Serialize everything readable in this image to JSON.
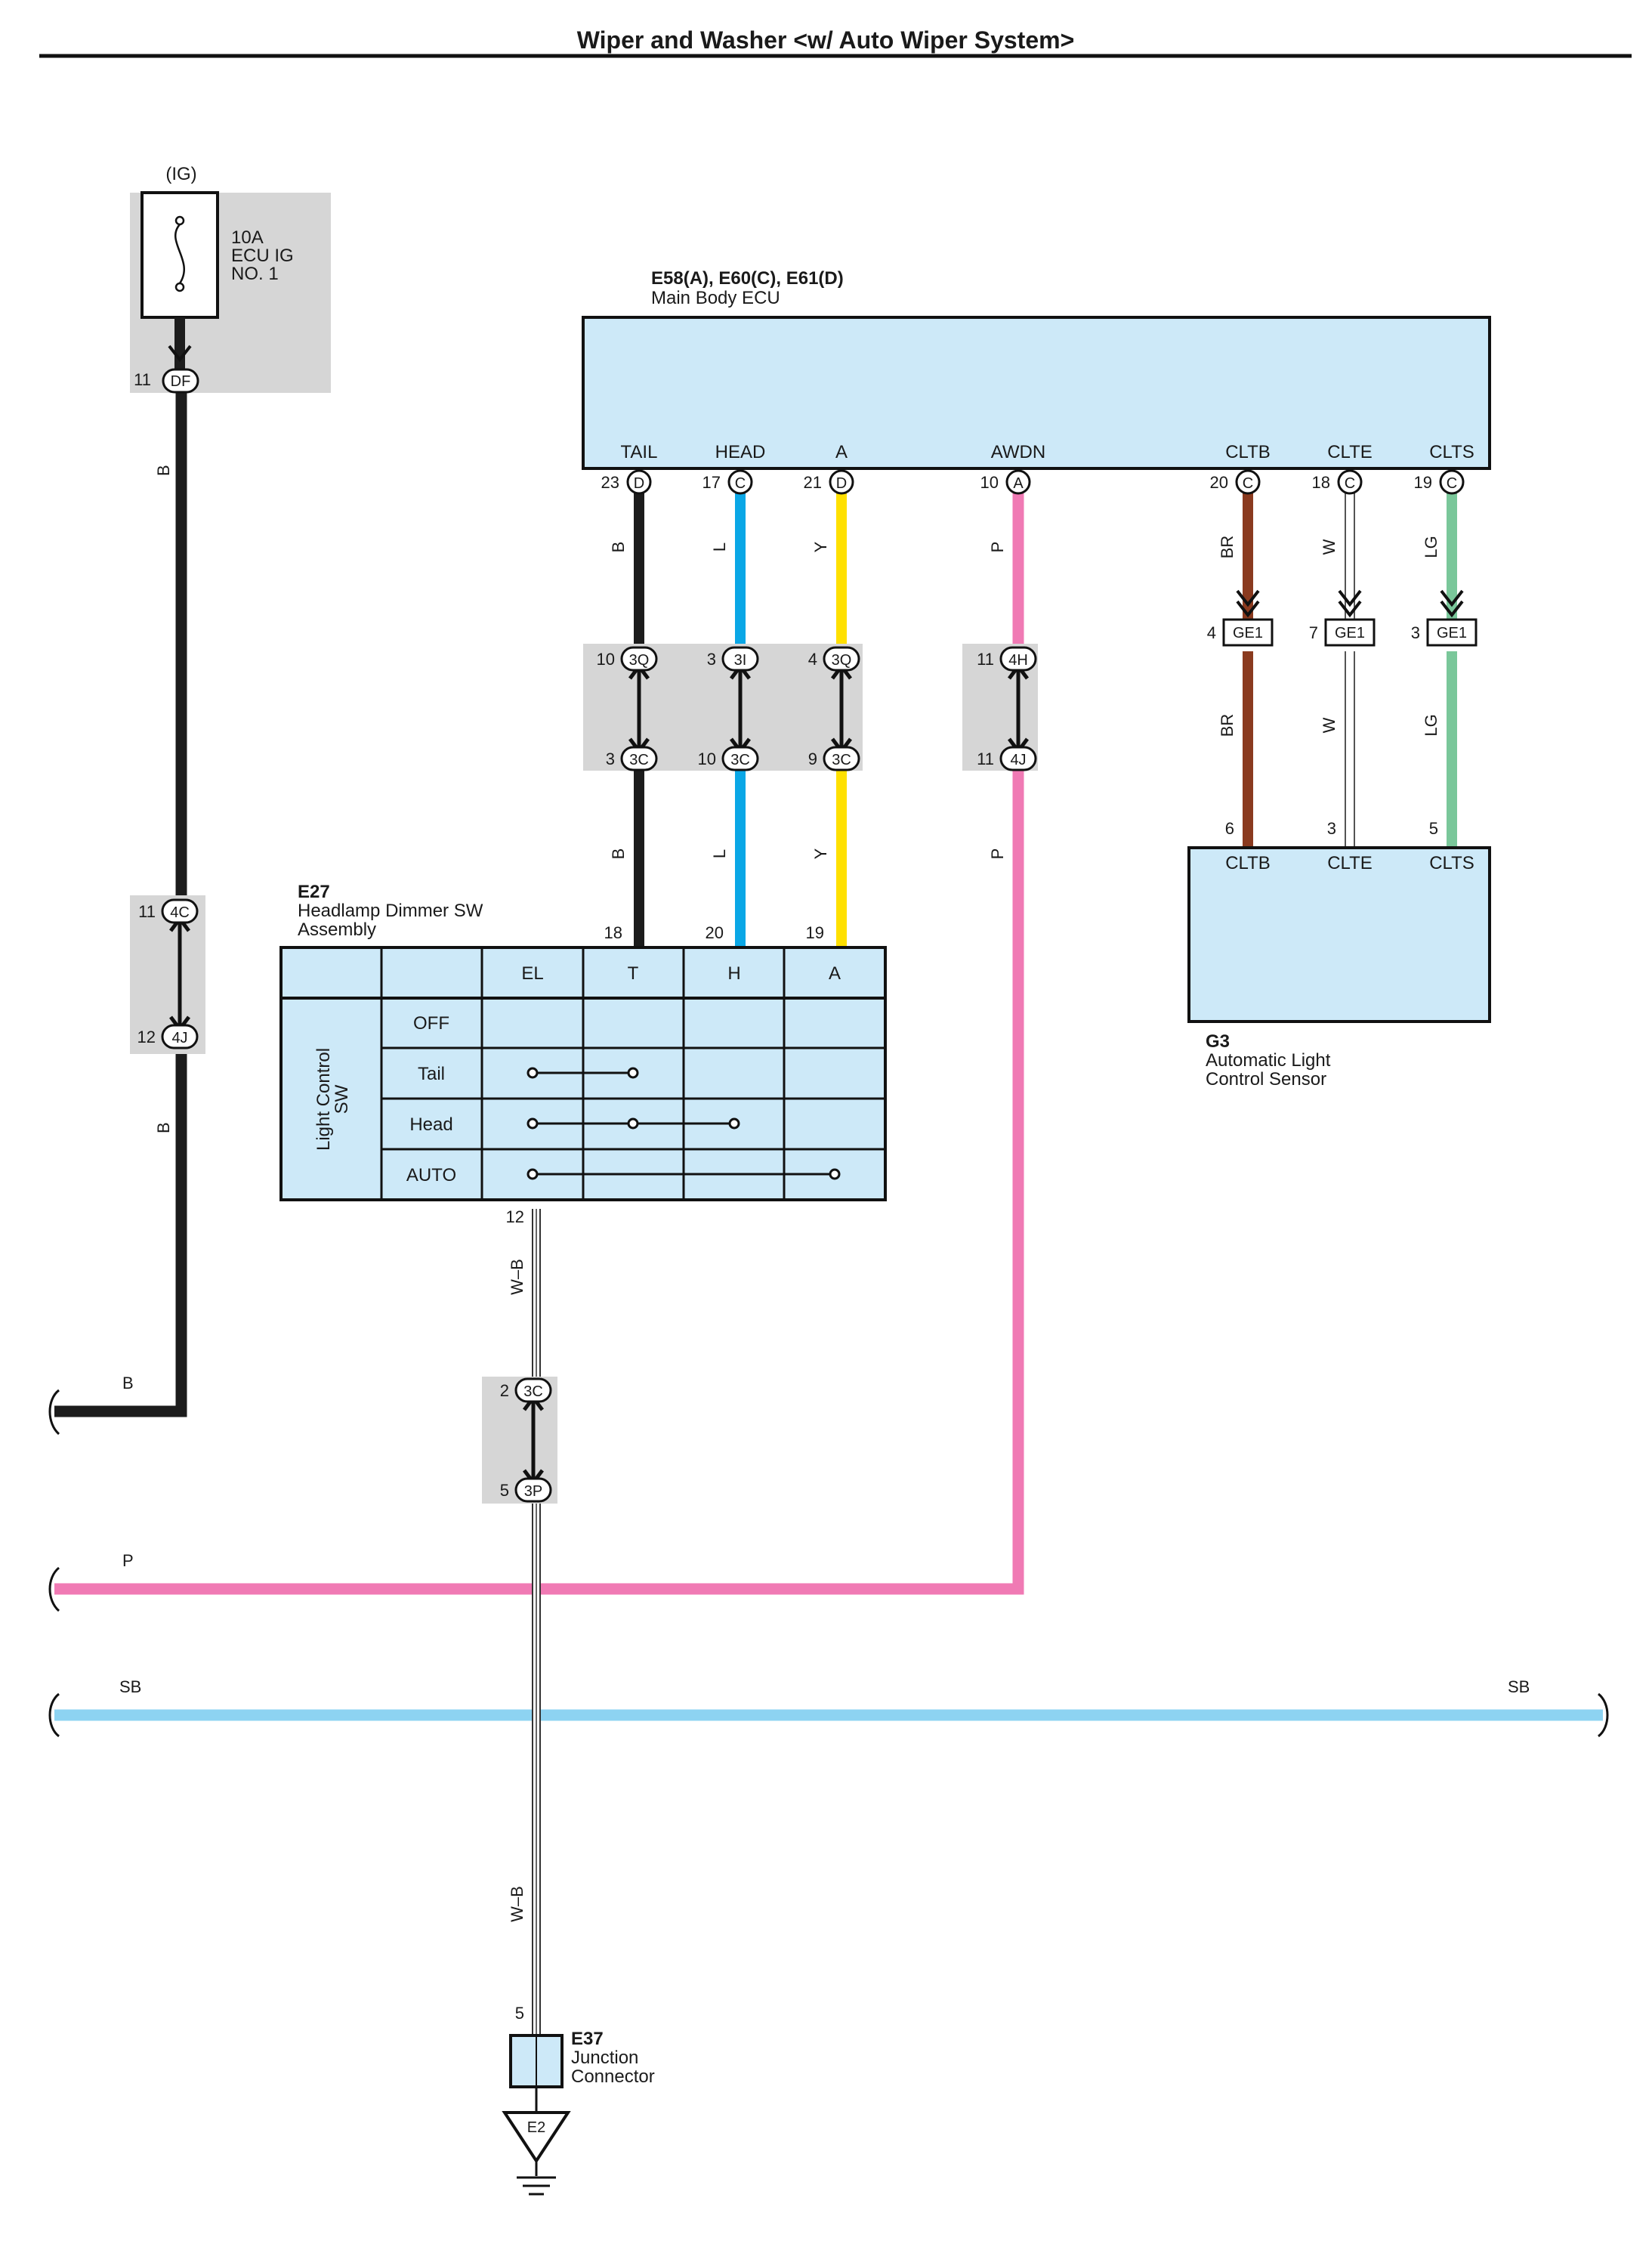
{
  "title": "Wiper and Washer <w/ Auto Wiper System>",
  "colors": {
    "B": "#1c1c1c",
    "L": "#0aa7e6",
    "Y": "#ffe000",
    "P": "#f07ab4",
    "BR": "#8a3a1f",
    "W": "#ffffff",
    "LG": "#7ac79a",
    "SB": "#8dd3f2",
    "W-B": "#ffffff",
    "box_fill": "#cde9f8",
    "connector_bg": "#d6d6d6"
  },
  "power": {
    "label": "(IG)",
    "fuse": [
      "10A",
      "ECU IG",
      "NO. 1"
    ],
    "pin": "11",
    "connector": "DF"
  },
  "main_body_ecu": {
    "id": "E58(A), E60(C), E61(D)",
    "name": "Main Body ECU",
    "terminals": [
      {
        "name": "TAIL",
        "pin": "23",
        "conn": "D",
        "wire": "B"
      },
      {
        "name": "HEAD",
        "pin": "17",
        "conn": "C",
        "wire": "L"
      },
      {
        "name": "A",
        "pin": "21",
        "conn": "D",
        "wire": "Y"
      },
      {
        "name": "AWDN",
        "pin": "10",
        "conn": "A",
        "wire": "P"
      },
      {
        "name": "CLTB",
        "pin": "20",
        "conn": "C",
        "wire": "BR"
      },
      {
        "name": "CLTE",
        "pin": "18",
        "conn": "C",
        "wire": "W"
      },
      {
        "name": "CLTS",
        "pin": "19",
        "conn": "C",
        "wire": "LG"
      }
    ]
  },
  "junctions": [
    {
      "top_pin": "10",
      "top": "3Q",
      "bottom_pin": "3",
      "bottom": "3C"
    },
    {
      "top_pin": "3",
      "top": "3I",
      "bottom_pin": "10",
      "bottom": "3C"
    },
    {
      "top_pin": "4",
      "top": "3Q",
      "bottom_pin": "9",
      "bottom": "3C"
    },
    {
      "top_pin": "11",
      "top": "4H",
      "bottom_pin": "11",
      "bottom": "4J"
    },
    {
      "top_pin": "11",
      "top": "4C",
      "bottom_pin": "12",
      "bottom": "4J"
    },
    {
      "top_pin": "2",
      "top": "3C",
      "bottom_pin": "5",
      "bottom": "3P"
    }
  ],
  "ge1": [
    {
      "pin": "4",
      "label": "GE1"
    },
    {
      "pin": "7",
      "label": "GE1"
    },
    {
      "pin": "3",
      "label": "GE1"
    }
  ],
  "sensor": {
    "id": "G3",
    "name": [
      "Automatic Light",
      "Control Sensor"
    ],
    "terminals": [
      {
        "name": "CLTB",
        "pin": "6"
      },
      {
        "name": "CLTE",
        "pin": "3"
      },
      {
        "name": "CLTS",
        "pin": "5"
      }
    ]
  },
  "dimmer": {
    "id": "E27",
    "name": [
      "Headlamp Dimmer SW",
      "Assembly"
    ],
    "side_label": [
      "Light Control",
      "SW"
    ],
    "columns": [
      "EL",
      "T",
      "H",
      "A"
    ],
    "column_pins": [
      "",
      "18",
      "20",
      "19"
    ],
    "rows": [
      "OFF",
      "Tail",
      "Head",
      "AUTO"
    ],
    "ground_pin": "12"
  },
  "left_wire": {
    "label": "B"
  },
  "p_wire": {
    "label": "P"
  },
  "sb_wire": {
    "label_left": "SB",
    "label_right": "SB"
  },
  "ground_wire": {
    "label": "W–B"
  },
  "junction_connector": {
    "id": "E37",
    "name": [
      "Junction",
      "Connector"
    ],
    "pin": "5"
  },
  "ground": {
    "id": "E2"
  }
}
